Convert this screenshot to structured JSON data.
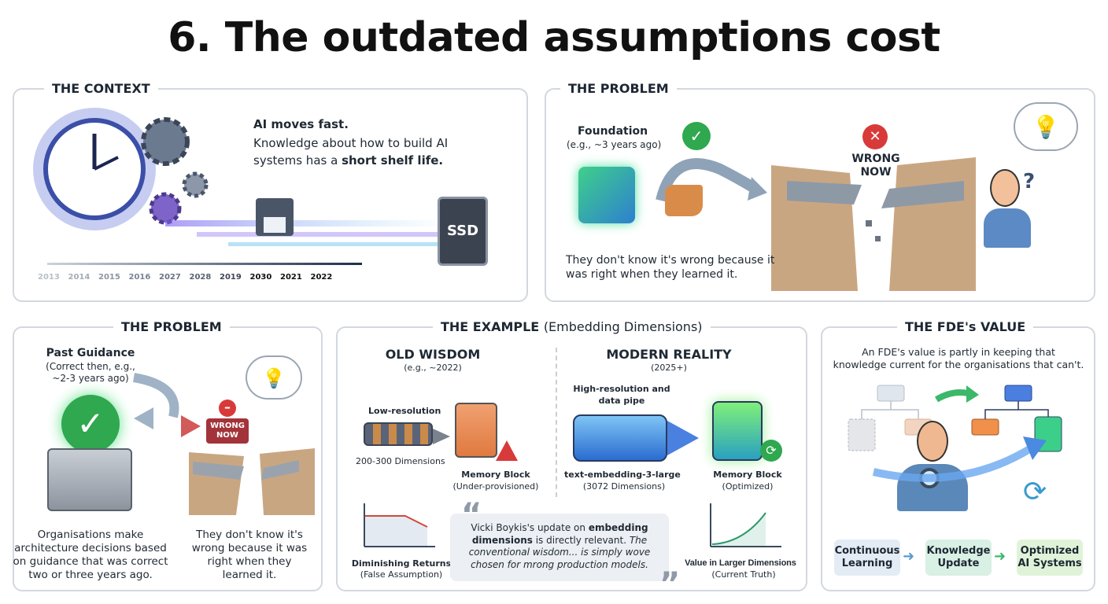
{
  "title": "6. The outdated assumptions cost",
  "context": {
    "heading": "THE CONTEXT",
    "line1": "AI moves fast.",
    "line2": "Knowledge about how to build AI",
    "line3a": "systems has a ",
    "line3b": "short shelf life.",
    "ssd_label": "SSD",
    "years": [
      "2013",
      "2014",
      "2015",
      "2016",
      "2027",
      "2028",
      "2019",
      "2030",
      "2021",
      "2022"
    ]
  },
  "problem_top": {
    "heading": "THE PROBLEM",
    "foundation": "Foundation",
    "foundation_sub": "(e.g., ~3 years ago)",
    "wrong_now": "WRONG NOW",
    "caption1": "They don't know it's wrong because it",
    "caption2": "was right when they learned it."
  },
  "problem_left": {
    "heading": "THE PROBLEM",
    "past": "Past Guidance",
    "past_sub1": "(Correct then, e.g.,",
    "past_sub2": "~2-3 years ago)",
    "wrong_now": "WRONG NOW",
    "caption_left": [
      "Organisations make",
      "architecture decisions based",
      "on guidance that was correct",
      "two or three years ago."
    ],
    "caption_right": [
      "They don't know it's",
      "wrong because it was",
      "right when they",
      "learned it."
    ]
  },
  "example": {
    "heading": "THE EXAMPLE",
    "heading_sub": "(Embedding Dimensions)",
    "old_title": "OLD WISDOM",
    "old_sub": "(e.g., ~2022)",
    "low_res": "Low-resolution",
    "old_dims": "200-300 Dimensions",
    "old_block": "Memory Block",
    "old_block_sub": "(Under-provisioned)",
    "new_title": "MODERN REALITY",
    "new_sub": "(2025+)",
    "high_res1": "High-resolution and",
    "high_res2": "data pipe",
    "new_model": "text-embedding-3-large",
    "new_dims": "(3072 Dimensions)",
    "new_block": "Memory Block",
    "new_block_sub": "(Optimized)",
    "left_chart": "Diminishing Returns",
    "left_chart_sub": "(False Assumption)",
    "right_chart": "Value in Larger Dimensions",
    "right_chart_sub": "(Current Truth)",
    "quote_a": "Vicki Boykis's update on ",
    "quote_b": "embedding",
    "quote_c": "dimensions",
    "quote_d": " is directly relevant. ",
    "quote_e": "The",
    "quote_f": "conventional wisdom... is simply wove",
    "quote_g": "chosen for mrong production models."
  },
  "fde": {
    "heading": "THE FDE's VALUE",
    "line1": "An FDE's value is partly in keeping that",
    "line2": "knowledge current for the organisations that can't.",
    "steps": [
      {
        "label": "Continuous Learning",
        "color": "#e3ecf5"
      },
      {
        "label": "Knowledge Update",
        "color": "#d9f0e4"
      },
      {
        "label": "Optimized AI Systems",
        "color": "#e0f3d8"
      }
    ]
  },
  "colors": {
    "border": "#d3d8de",
    "wrong": "#a3333a",
    "check": "#2fa84f"
  }
}
